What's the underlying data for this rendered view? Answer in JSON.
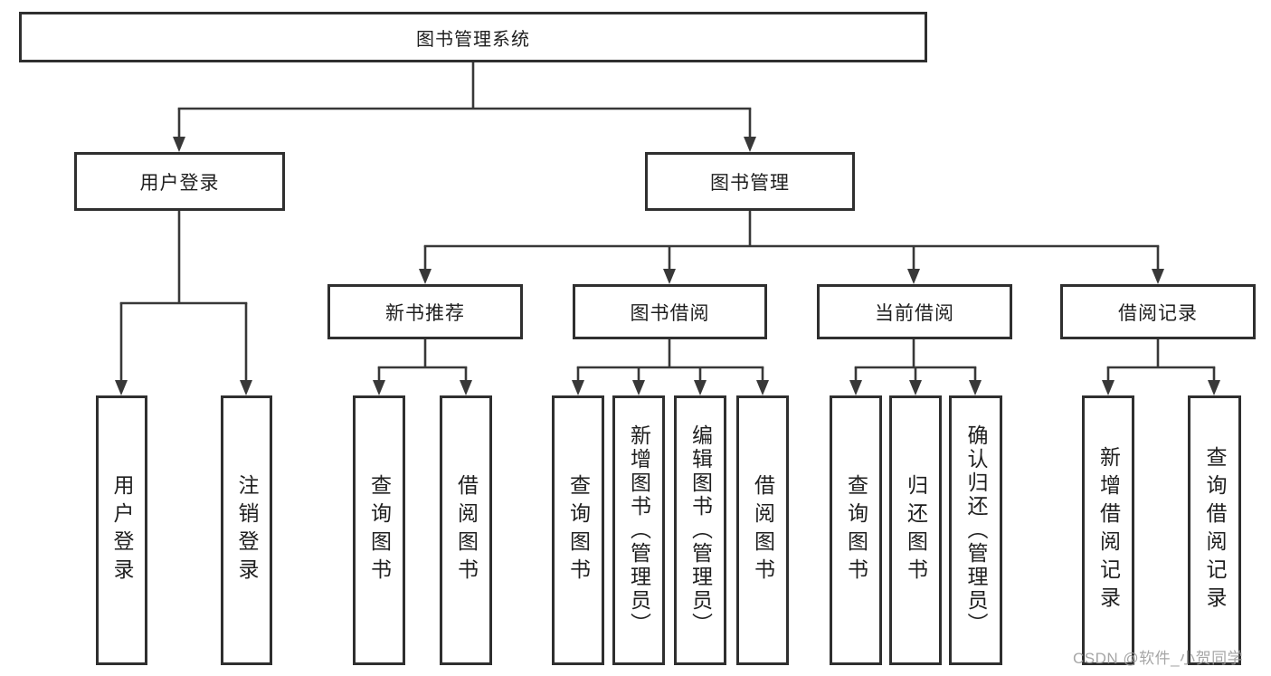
{
  "diagram": {
    "root": "图书管理系统",
    "branches": [
      {
        "label": "用户登录",
        "leaves": [
          "用户登录",
          "注销登录"
        ]
      },
      {
        "label": "图书管理",
        "groups": [
          {
            "label": "新书推荐",
            "leaves": [
              "查询图书",
              "借阅图书"
            ]
          },
          {
            "label": "图书借阅",
            "leaves": [
              "查询图书",
              "新增图书（管理员）",
              "编辑图书（管理员）",
              "借阅图书"
            ]
          },
          {
            "label": "当前借阅",
            "leaves": [
              "查询图书",
              "归还图书",
              "确认归还（管理员）"
            ]
          },
          {
            "label": "借阅记录",
            "leaves": [
              "新增借阅记录",
              "查询借阅记录"
            ]
          }
        ]
      }
    ]
  },
  "watermark": {
    "text": "CSDN @软件_小贺同学"
  },
  "colors": {
    "line": "#383838",
    "box_border": "#2f2f2f",
    "text": "#1f1f1f",
    "watermark": "#9e9e9e",
    "background": "#ffffff"
  }
}
